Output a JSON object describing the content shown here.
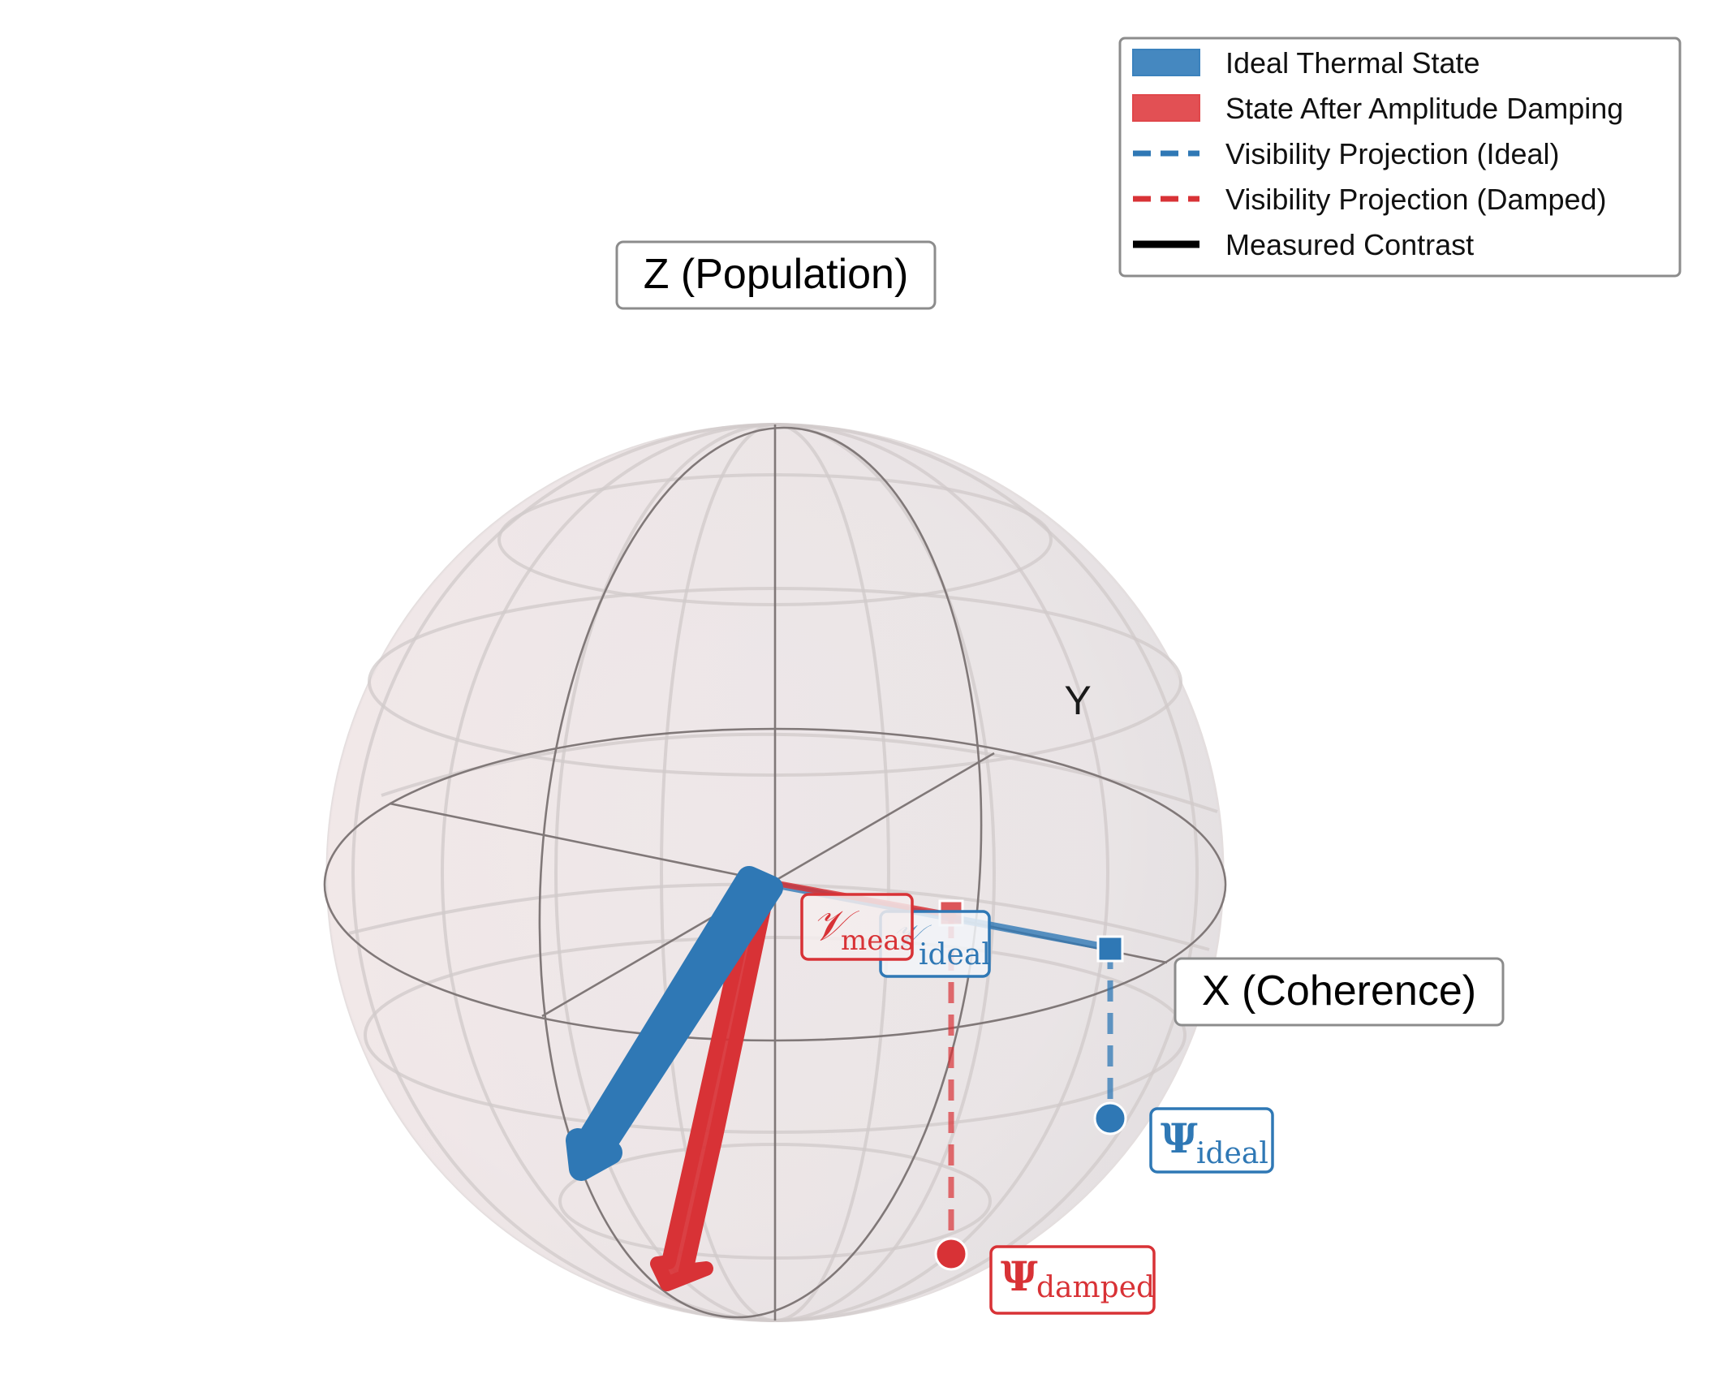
{
  "colors": {
    "ideal": "#2f78b5",
    "damped": "#d83236",
    "contrast": "#000000",
    "grid": "#7a7474",
    "sphere_fill": "#efe8e8"
  },
  "axes": {
    "z_label": "Z (Population)",
    "x_label": "X (Coherence)",
    "y_label": "Y"
  },
  "legend": {
    "items": [
      {
        "label": "Ideal Thermal State",
        "kind": "patch",
        "color": "#3b82bd"
      },
      {
        "label": "State After Amplitude Damping",
        "kind": "patch",
        "color": "#e0474b"
      },
      {
        "label": "Visibility Projection (Ideal)",
        "kind": "dash",
        "color": "#2f78b5"
      },
      {
        "label": "Visibility Projection (Damped)",
        "kind": "dash",
        "color": "#d83236"
      },
      {
        "label": "Measured Contrast",
        "kind": "line",
        "color": "#000000"
      }
    ]
  },
  "annotations": {
    "psi_ideal": {
      "main": "Ψ",
      "sub": "ideal"
    },
    "psi_damped": {
      "main": "Ψ",
      "sub": "damped"
    },
    "v_meas": {
      "main": "𝒱",
      "sub": "meas"
    },
    "v_ideal": {
      "main": "𝒱",
      "sub": "ideal"
    }
  }
}
